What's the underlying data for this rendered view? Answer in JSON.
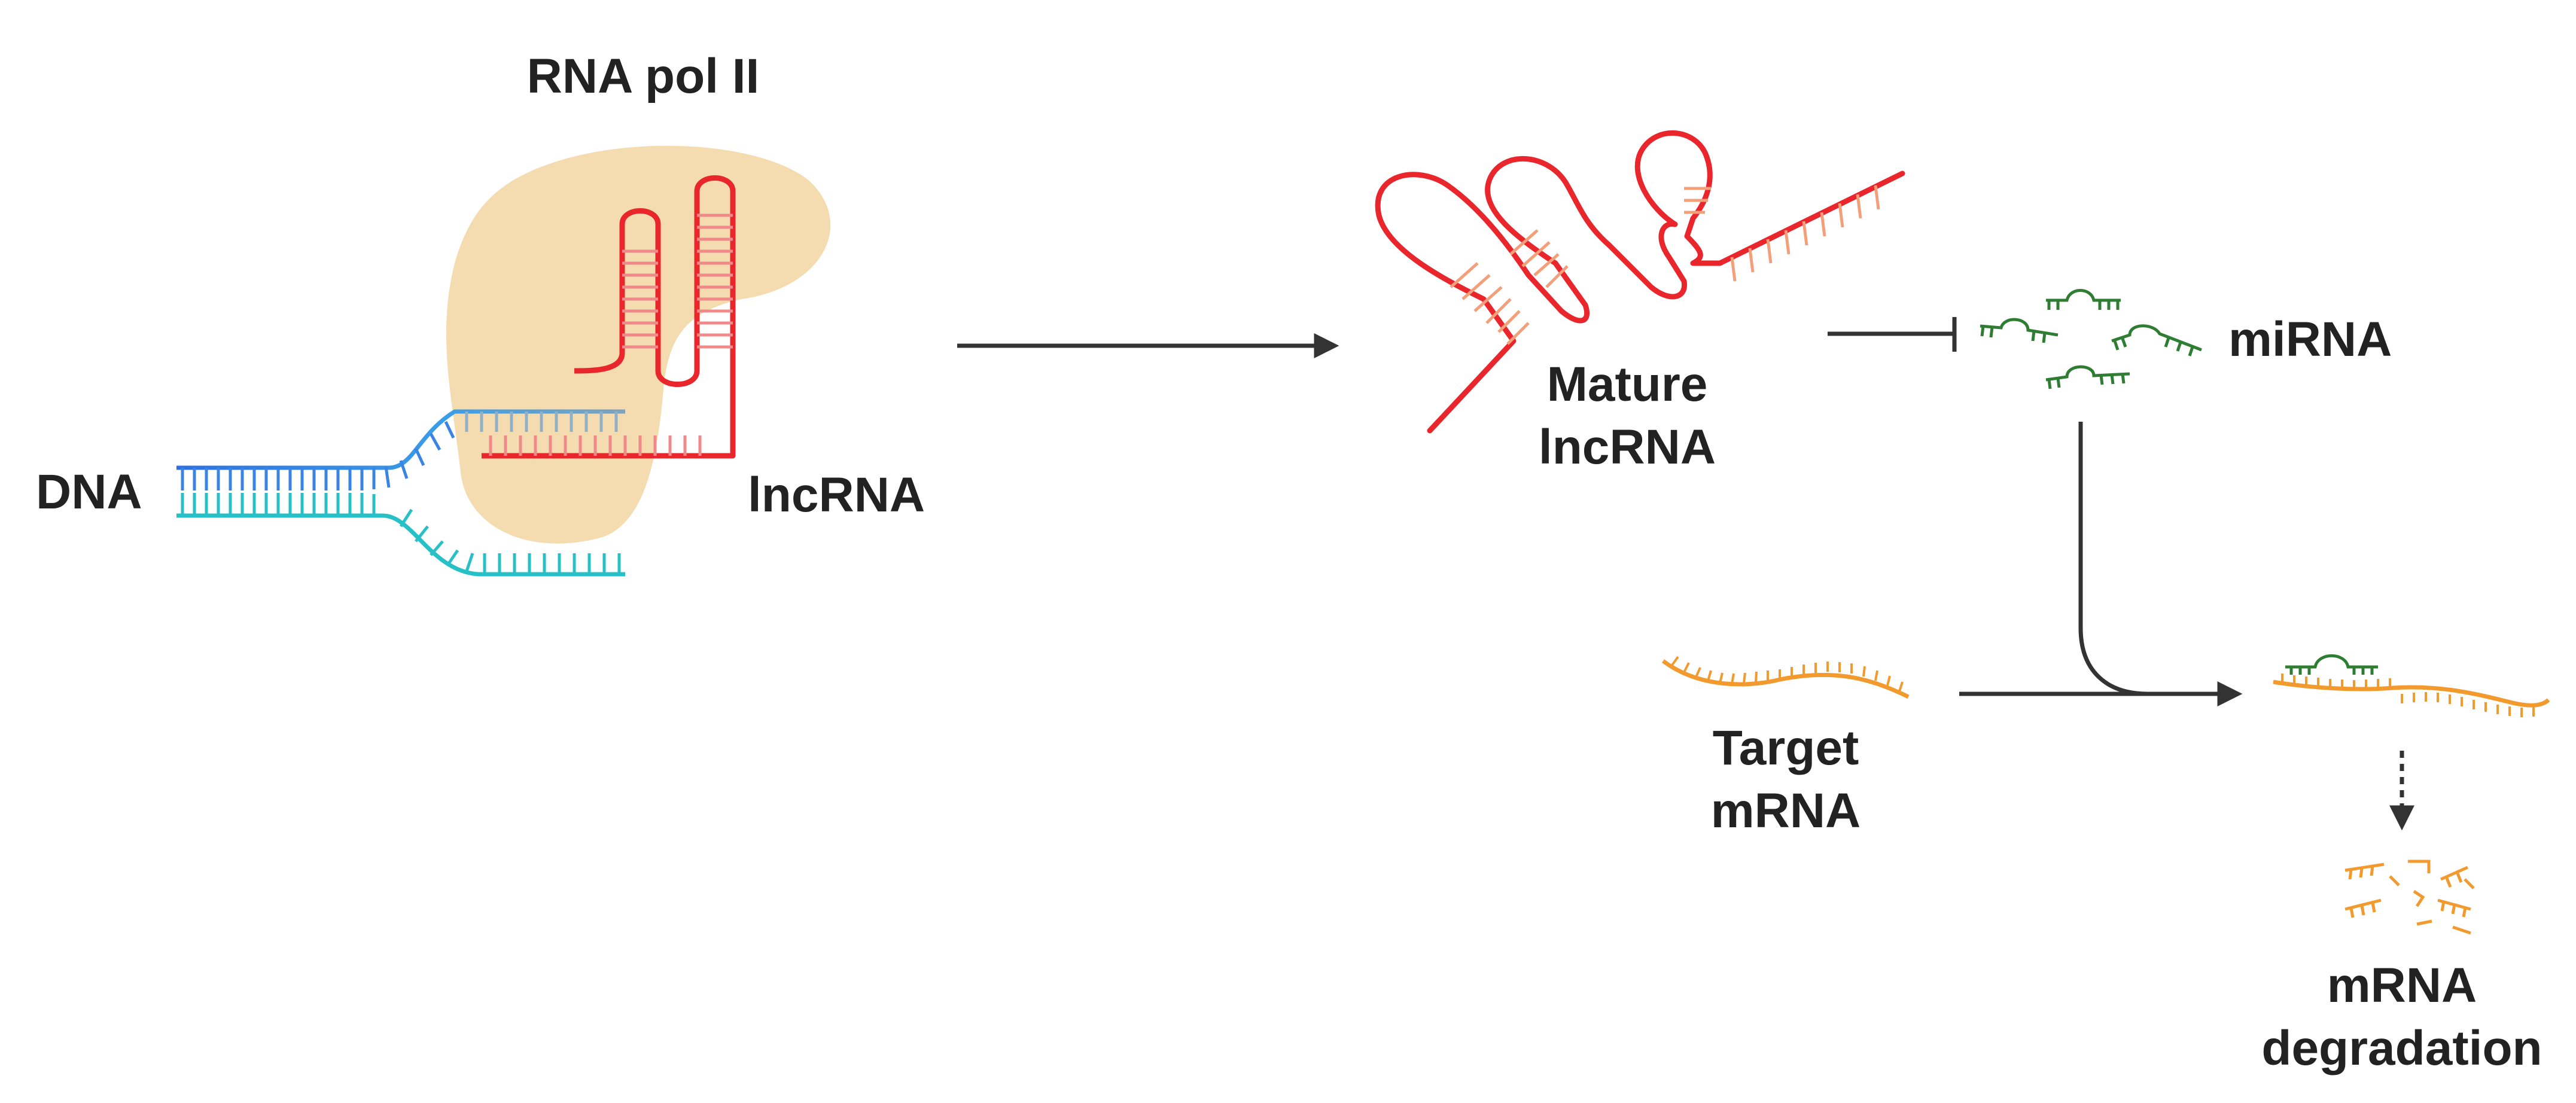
{
  "labels": {
    "rna_pol_ii": "RNA pol II",
    "dna": "DNA",
    "lncrna": "lncRNA",
    "mature_line1": "Mature",
    "mature_line2": "lncRNA",
    "mirna": "miRNA",
    "target_line1": "Target",
    "target_line2": "mRNA",
    "degradation_line1": "mRNA",
    "degradation_line2": "degradation"
  },
  "icons": {
    "polymerase": "rna-polymerase-blob",
    "dna": "double-strand-dna",
    "lncrna": "hairpin-rna",
    "mirna": "mirna-cluster",
    "mrna": "wavy-mrna-strand",
    "fragments": "degraded-mrna-fragments"
  },
  "colors": {
    "polymerase": "#f5dcb0",
    "lncrna": "#e8262c",
    "lncrna_pairs": "#f3a07a",
    "dna_top": "#2f7de1",
    "dna_bottom": "#27c0c6",
    "template": "#7fa3bd",
    "mirna": "#2e7d32",
    "mrna": "#f29a2e",
    "arrow": "#333333"
  }
}
